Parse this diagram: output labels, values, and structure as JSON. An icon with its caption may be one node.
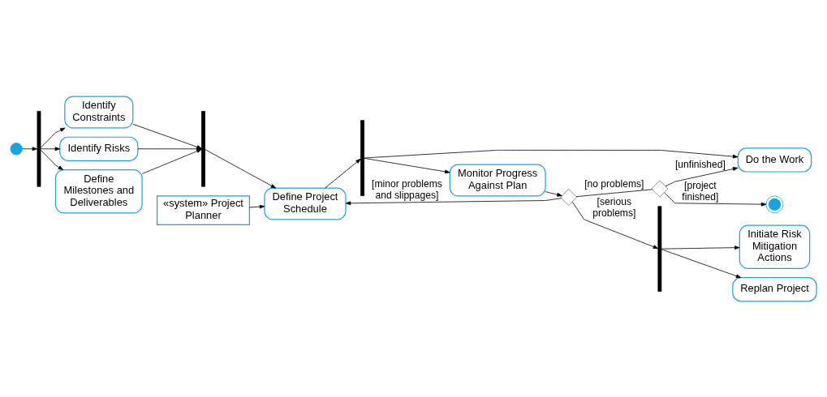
{
  "diagram": {
    "nodes": [
      {
        "text": [],
        "shape": "circle"
      },
      {
        "text": [],
        "shape": "bar"
      },
      {
        "text": [
          "Identify Constraints"
        ]
      },
      {
        "text": [
          "Identify Risks"
        ]
      },
      {
        "text": [
          "Define Milestones and Deliverables"
        ]
      },
      {
        "text": [],
        "shape": "bar"
      },
      {
        "text": [
          "«system» Project Planner"
        ]
      },
      {
        "text": [
          "Define Project Schedule"
        ]
      },
      {
        "text": [],
        "shape": "bar"
      },
      {
        "text": [
          "Do the Work"
        ]
      },
      {
        "text": [
          "Monitor Progress Against Plan"
        ]
      },
      {
        "text": [],
        "shape": "diamond"
      },
      {
        "text": [],
        "shape": "circle"
      },
      {
        "text": [],
        "shape": "diamond"
      },
      {
        "text": [],
        "shape": "bar"
      },
      {
        "text": [
          "Initiate Risk Mitigation Actions"
        ]
      },
      {
        "text": [
          "Replan Project"
        ]
      }
    ],
    "edges": [
      {
        "from": 0,
        "to": 1,
        "arrow": "to"
      },
      {
        "from": 1,
        "to": 2,
        "arrow": "to"
      },
      {
        "from": 1,
        "to": 3,
        "arrow": "to"
      },
      {
        "from": 1,
        "to": 4,
        "arrow": "to"
      },
      {
        "from": 2,
        "to": 5,
        "arrow": "to"
      },
      {
        "from": 3,
        "to": 5,
        "arrow": "to"
      },
      {
        "from": 4,
        "to": 5,
        "arrow": "to"
      },
      {
        "from": 6,
        "to": 7,
        "arrow": "to"
      },
      {
        "from": 5,
        "to": 7,
        "arrow": "to"
      },
      {
        "from": 7,
        "to": 8,
        "arrow": "to"
      },
      {
        "from": 11,
        "to": 9,
        "label": "[unfinished]",
        "arrow": "to"
      },
      {
        "from": 11,
        "to": 12,
        "label": "[project finished]",
        "arrow": "to"
      },
      {
        "from": 8,
        "to": 9,
        "arrow": "to"
      },
      {
        "from": 8,
        "to": 10,
        "arrow": "to"
      },
      {
        "from": 13,
        "to": 11,
        "label": "[no problems]",
        "arrow": "none"
      },
      {
        "from": 10,
        "to": 13,
        "arrow": "to"
      },
      {
        "from": 13,
        "to": 7,
        "label": "[minor problems and slippages]",
        "arrow": "to"
      },
      {
        "from": 13,
        "to": 14,
        "label": "[serious problems]",
        "arrow": "to"
      },
      {
        "from": 14,
        "to": 15,
        "arrow": "to"
      },
      {
        "from": 14,
        "to": 16,
        "arrow": "to"
      }
    ]
  }
}
